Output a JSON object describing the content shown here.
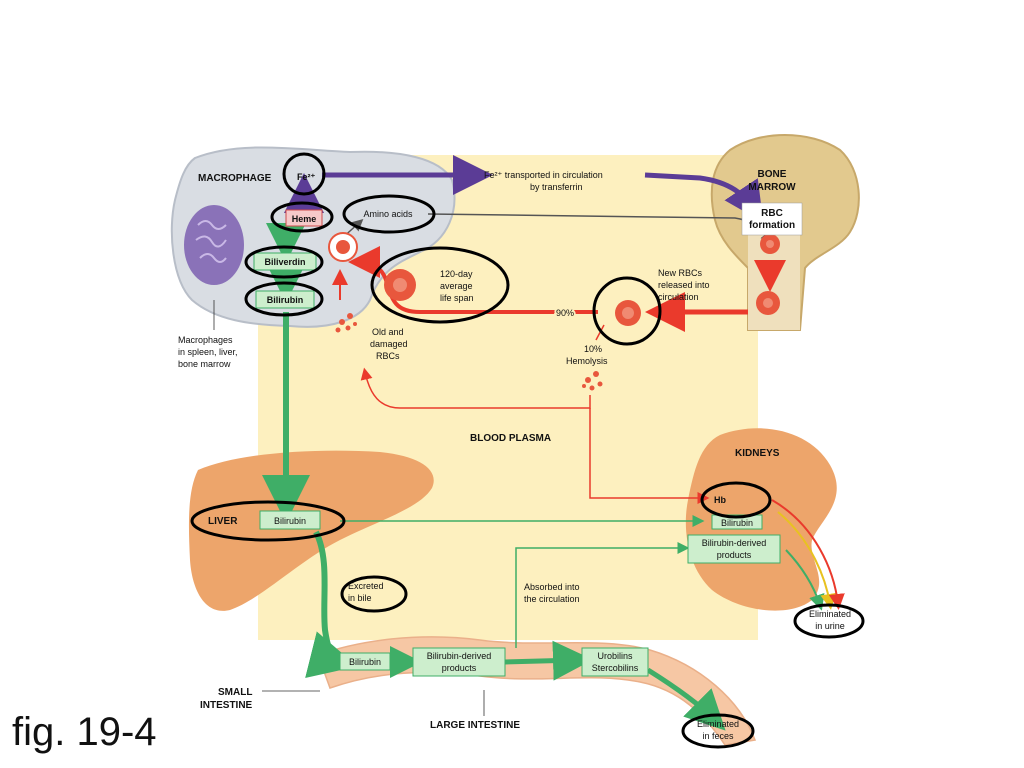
{
  "figure_caption": "fig. 19-4",
  "labels": {
    "macrophage": "MACROPHAGE",
    "fe_macrophage": "Fe²⁺",
    "fe_transport_line1": "Fe²⁺  transported in circulation",
    "fe_transport_line2": "by transferrin",
    "bone_marrow_line1": "BONE",
    "bone_marrow_line2": "MARROW",
    "rbc_formation_line1": "RBC",
    "rbc_formation_line2": "formation",
    "heme": "Heme",
    "amino_acids": "Amino acids",
    "biliverdin": "Biliverdin",
    "bilirubin_macrophage": "Bilirubin",
    "lifespan_line1": "120-day",
    "lifespan_line2": "average",
    "lifespan_line3": "life span",
    "new_rbcs_line1": "New RBCs",
    "new_rbcs_line2": "released into",
    "new_rbcs_line3": "circulation",
    "ninety_percent": "90%",
    "ten_percent": "10%",
    "hemolysis": "Hemolysis",
    "old_rbcs_line1": "Old and",
    "old_rbcs_line2": "damaged",
    "old_rbcs_line3": "RBCs",
    "macrophages_loc_line1": "Macrophages",
    "macrophages_loc_line2": "in spleen, liver,",
    "macrophages_loc_line3": "bone marrow",
    "blood_plasma": "BLOOD PLASMA",
    "kidneys": "KIDNEYS",
    "hb": "Hb",
    "bilirubin_kidney": "Bilirubin",
    "bilirubin_derived_kidney_line1": "Bilirubin-derived",
    "bilirubin_derived_kidney_line2": "products",
    "liver": "LIVER",
    "bilirubin_liver": "Bilirubin",
    "excreted_line1": "Excreted",
    "excreted_line2": "in bile",
    "absorbed_line1": "Absorbed into",
    "absorbed_line2": "the circulation",
    "eliminated_urine_line1": "Eliminated",
    "eliminated_urine_line2": "in urine",
    "bilirubin_intestine": "Bilirubin",
    "bilirubin_derived_intestine_line1": "Bilirubin-derived",
    "bilirubin_derived_intestine_line2": "products",
    "urobilins": "Urobilins",
    "stercobilins": "Stercobilins",
    "small_intestine_line1": "SMALL",
    "small_intestine_line2": "INTESTINE",
    "large_intestine": "LARGE INTESTINE",
    "eliminated_feces_line1": "Eliminated",
    "eliminated_feces_line2": "in feces"
  },
  "colors": {
    "plasma": "#fdf0bf",
    "macrophage": "#d9dde3",
    "nucleus": "#8a72b8",
    "bone": "#e2c98e",
    "organ": "#eda56b",
    "intestine": "#f6c7a4",
    "green_box": "#cdeecd",
    "green_arrow": "#3fae67",
    "red_arrow": "#ea3a2c",
    "purple_arrow": "#5b3c96",
    "rbc": "#e8573d",
    "heme_box": "#f6c9c9"
  }
}
